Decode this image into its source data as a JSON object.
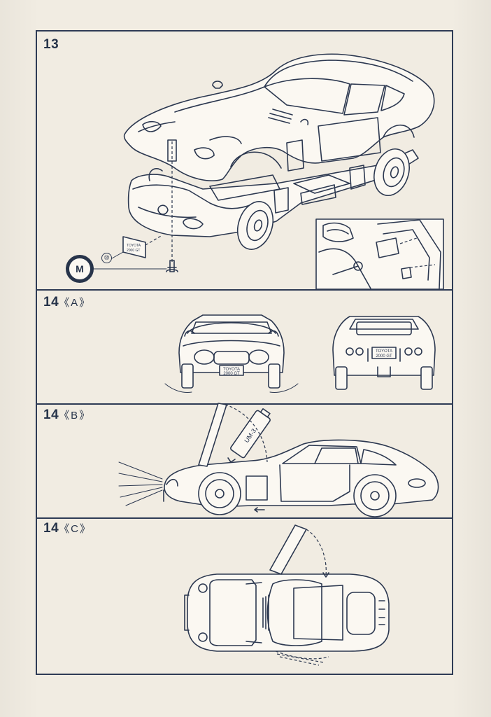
{
  "steps": [
    {
      "number": "13",
      "suffix": ""
    },
    {
      "number": "14",
      "suffix": "《A》"
    },
    {
      "number": "14",
      "suffix": "《B》"
    },
    {
      "number": "14",
      "suffix": "《C》"
    }
  ],
  "part_marker": "M",
  "part_number": "⑩",
  "plate_line1": "TOYOTA",
  "plate_line2": "2000 GT",
  "battery_label": "UM-3",
  "colors": {
    "ink": "#2c3850",
    "paper": "#f1ece2"
  }
}
